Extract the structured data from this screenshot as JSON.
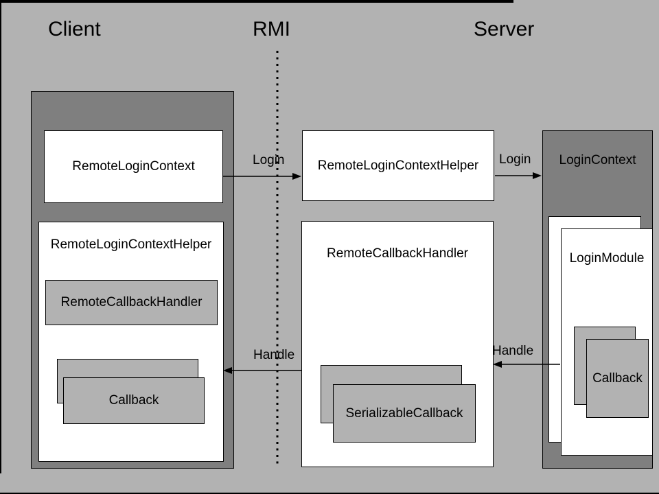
{
  "headers": {
    "client": "Client",
    "rmi": "RMI",
    "server": "Server"
  },
  "client_group": {
    "remote_login_context_label": "RemoteLoginContext",
    "helper_label": "RemoteLoginContextHelper",
    "remote_callback_handler_label": "RemoteCallbackHandler",
    "callback_label": "Callback"
  },
  "rmi_group": {
    "helper_label": "RemoteLoginContextHelper",
    "remote_callback_handler_label": "RemoteCallbackHandler",
    "serializable_callback_label": "SerializableCallback"
  },
  "server_group": {
    "login_context_label": "LoginContext",
    "login_module_label": "LoginModule",
    "callback_label": "Callback"
  },
  "connections": {
    "login_client_to_helper": "Login",
    "login_helper_to_context": "Login",
    "handle_rmi_to_client": "Handle",
    "handle_server_to_rmi": "Handle"
  },
  "colors": {
    "background": "#b2b2b2",
    "container_gray": "#7f7f7f",
    "inner_box_gray": "#b2b2b2",
    "box_white": "#ffffff",
    "line_black": "#000000"
  }
}
